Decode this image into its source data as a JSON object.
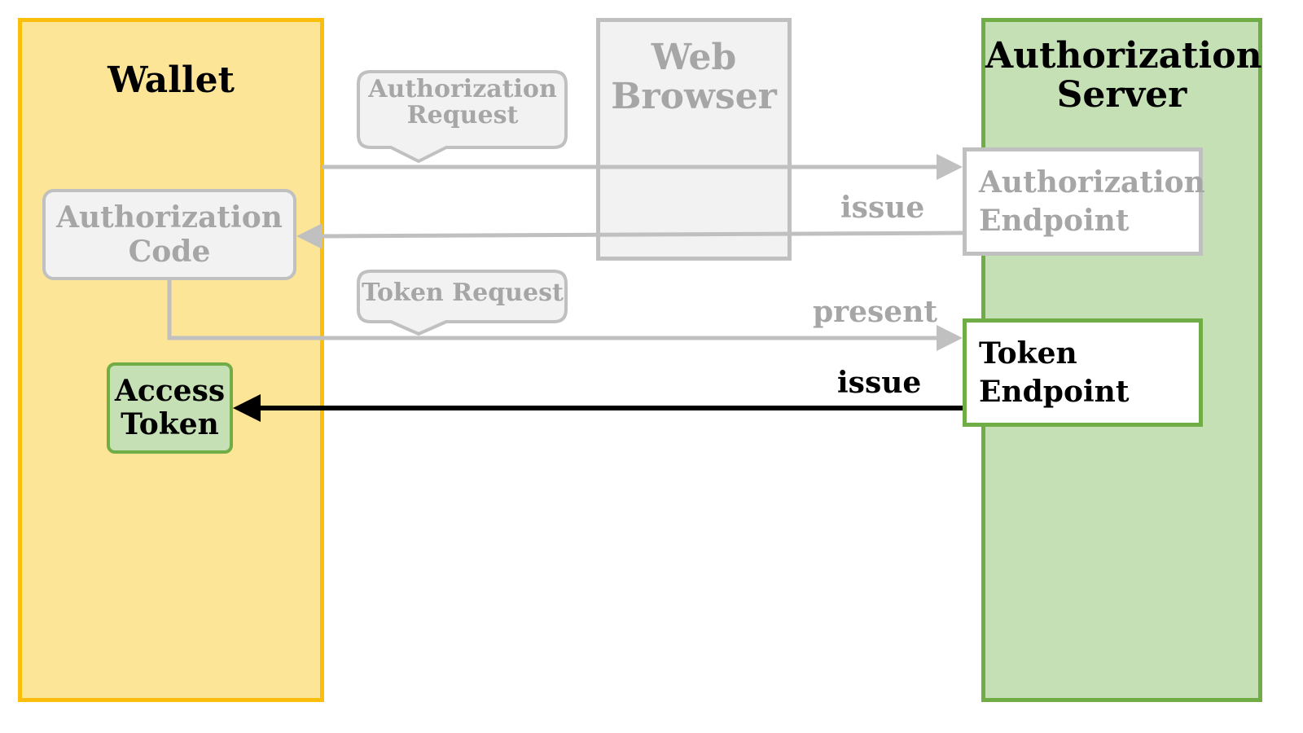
{
  "lanes": {
    "wallet": {
      "title": "Wallet"
    },
    "browser": {
      "title": "Web\nBrowser"
    },
    "server": {
      "title": "Authorization\nServer"
    }
  },
  "boxes": {
    "authorization_code": "Authorization\nCode",
    "access_token": "Access\nToken",
    "authorization_endpoint": "Authorization\nEndpoint",
    "token_endpoint": "Token\nEndpoint"
  },
  "callouts": {
    "authorization_request": "Authorization\nRequest",
    "token_request": "Token Request"
  },
  "edge_labels": {
    "issue_code": "issue",
    "present_code": "present",
    "issue_token": "issue"
  },
  "colors": {
    "wallet_fill": "#fde597",
    "wallet_border": "#fbbe0c",
    "server_fill": "#c5e0b4",
    "server_border": "#70ad47",
    "muted_gray": "#c0c0c0",
    "muted_text": "#a6a6a6",
    "active": "#000000"
  }
}
